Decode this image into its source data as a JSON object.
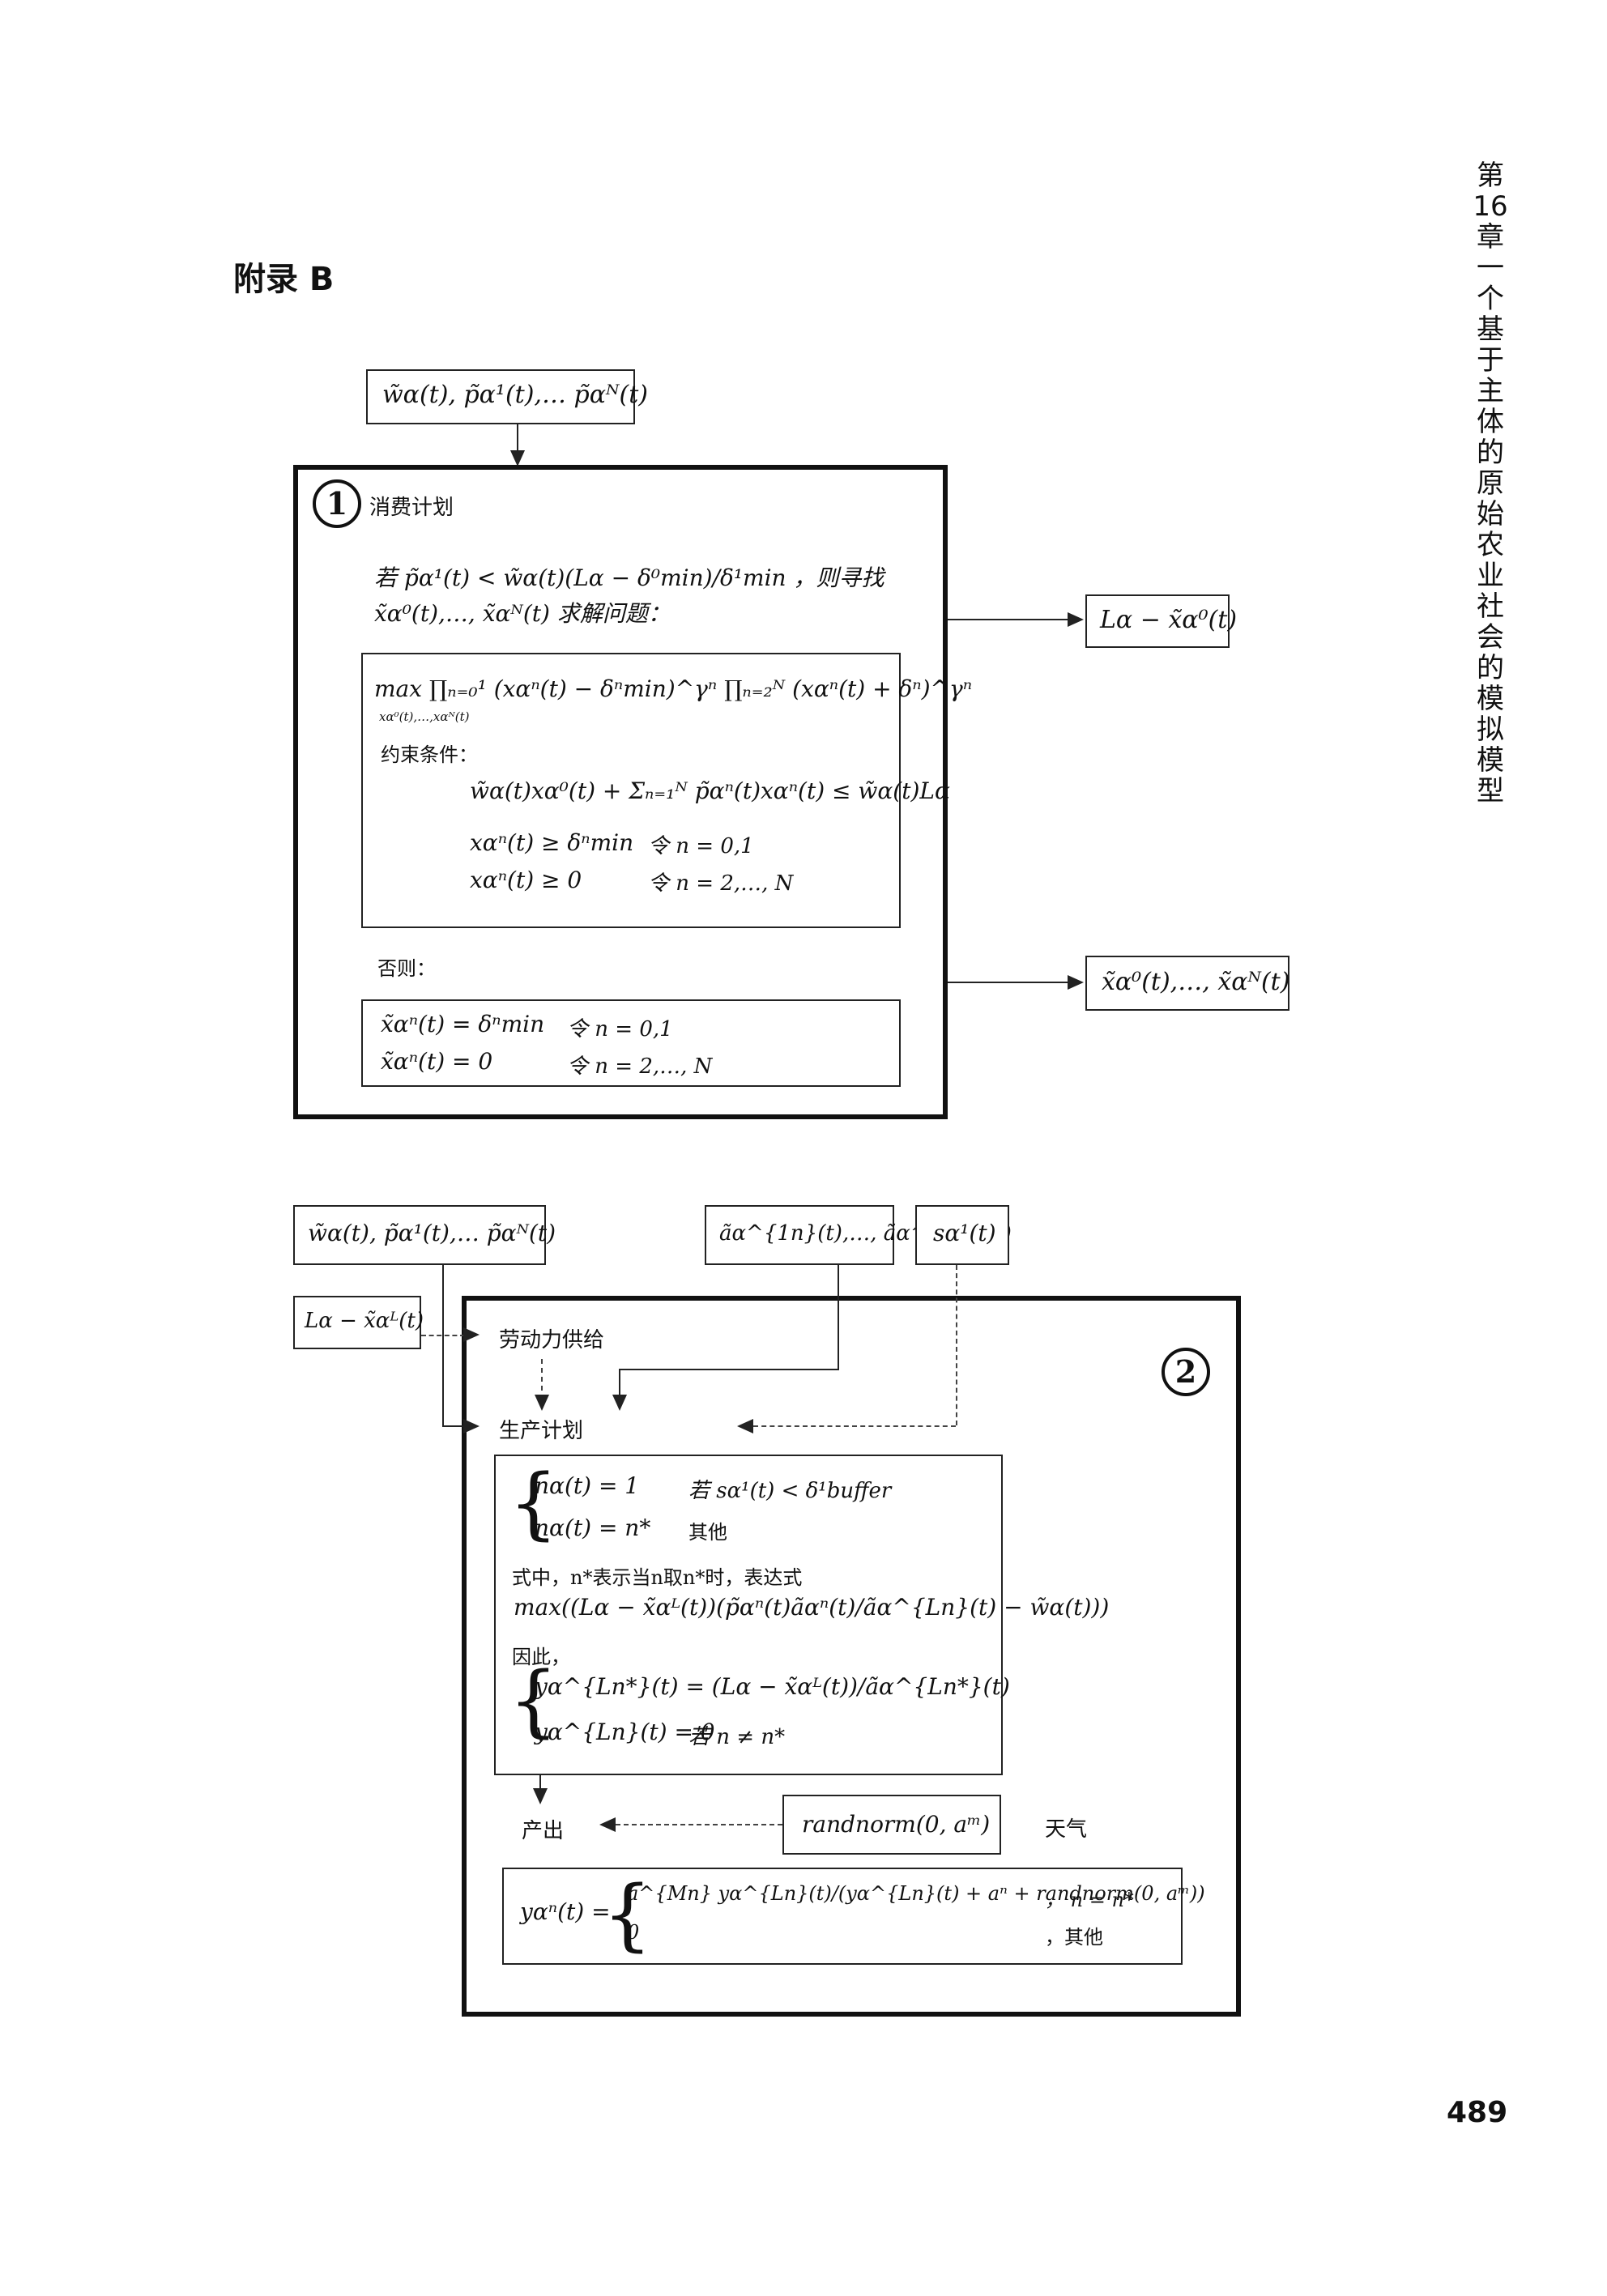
{
  "header": {
    "appendix_title": "附录 B",
    "chapter_side_title": "第16章 一个基于主体的原始农业社会的模拟模型",
    "page_number": "489"
  },
  "diagram1": {
    "input_box": "w̃α(t), p̃α¹(t),… p̃αᴺ(t)",
    "circle_label": "1",
    "section_title": "消费计划",
    "condition_line": "若 p̃α¹(t) < w̃α(t)(Lα − δ⁰min)/δ¹min ，则寻找",
    "condition_line2": "x̃α⁰(t),…, x̃αᴺ(t) 求解问题：",
    "max_expr": "max ∏ₙ₌₀¹ (xαⁿ(t) − δⁿmin)^γⁿ ∏ₙ₌₂ᴺ (xαⁿ(t) + δⁿ)^γⁿ",
    "max_sub": "xα⁰(t),…,xαᴺ(t)",
    "constraint_label": "约束条件：",
    "constraint1": "w̃α(t)xα⁰(t) + Σₙ₌₁ᴺ p̃αⁿ(t)xαⁿ(t) ≤ w̃α(t)Lα",
    "constraint2": "xαⁿ(t) ≥ δⁿmin",
    "constraint2_cond": "令 n = 0,1",
    "constraint3": "xαⁿ(t) ≥ 0",
    "constraint3_cond": "令 n = 2,…, N",
    "otherwise_label": "否则：",
    "else1": "x̃αⁿ(t) = δⁿmin",
    "else1_cond": "令 n = 0,1",
    "else2": "x̃αⁿ(t) = 0",
    "else2_cond": "令 n = 2,…, N",
    "output1": "Lα − x̃α⁰(t)",
    "output2": "x̃α⁰(t),…, x̃αᴺ(t)"
  },
  "diagram2": {
    "input_prices": "w̃α(t), p̃α¹(t),… p̃αᴺ(t)",
    "input_tech": "ãα^{1n}(t),…, ãα^{Nn}(t)",
    "input_stock": "sα¹(t)",
    "input_labor": "Lα − x̃αᴸ(t)",
    "circle_label": "2",
    "labor_supply_label": "劳动力供给",
    "production_label": "生产计划",
    "case1": "nα(t) = 1",
    "case1_cond": "若 sα¹(t) < δ¹buffer",
    "case2": "nα(t) = n*",
    "case2_cond": "其他",
    "where_text": "式中，n*表示当n取n*时，表达式",
    "max_expr2": "max((Lα − x̃αᴸ(t))(p̃αⁿ(t)ãαⁿ(t)/ãα^{Ln}(t) − w̃α(t)))",
    "therefore": "因此，",
    "y1": "yα^{Ln*}(t) = (Lα − x̃αᴸ(t))/ãα^{Ln*}(t)",
    "y2": "yα^{Ln}(t) = 0",
    "y2_cond": "若 n ≠ n*",
    "output_label": "产出",
    "randnorm_box": "randnorm(0, aᵐ)",
    "weather_label": "天气",
    "final_top": "a^{Mn} yα^{Ln}(t)/(yα^{Ln}(t) + aⁿ + randnorm(0, aᵐ))",
    "final_top_cond": "， n = n*",
    "final_bottom": "0",
    "final_bottom_cond": "，其他",
    "final_lhs": "yαⁿ(t) ="
  }
}
